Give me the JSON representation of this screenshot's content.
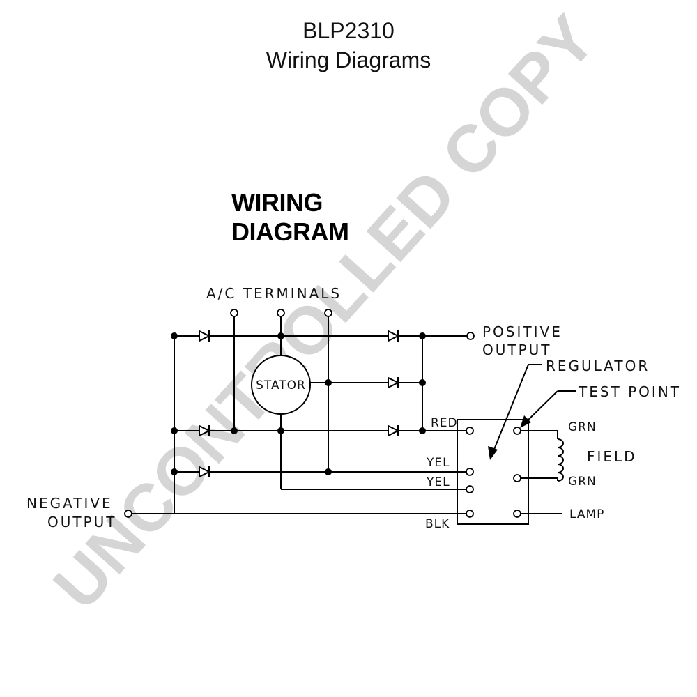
{
  "header": {
    "model": "BLP2310",
    "subtitle": "Wiring Diagrams"
  },
  "diagram": {
    "heading_line1": "WIRING",
    "heading_line2": "DIAGRAM",
    "labels": {
      "ac_terminals": "A/C TERMINALS",
      "positive_output_1": "POSITIVE",
      "positive_output_2": "OUTPUT",
      "regulator": "REGULATOR",
      "test_point": "TEST POINT",
      "stator": "STATOR",
      "field": "FIELD",
      "negative_output_1": "NEGATIVE",
      "negative_output_2": "OUTPUT",
      "lamp": "LAMP"
    },
    "wires": {
      "red": "RED",
      "yel_1": "YEL",
      "yel_2": "YEL",
      "blk": "BLK",
      "grn_top": "GRN",
      "grn_bottom": "GRN"
    }
  },
  "watermark": "UNCONTROLLED COPY"
}
